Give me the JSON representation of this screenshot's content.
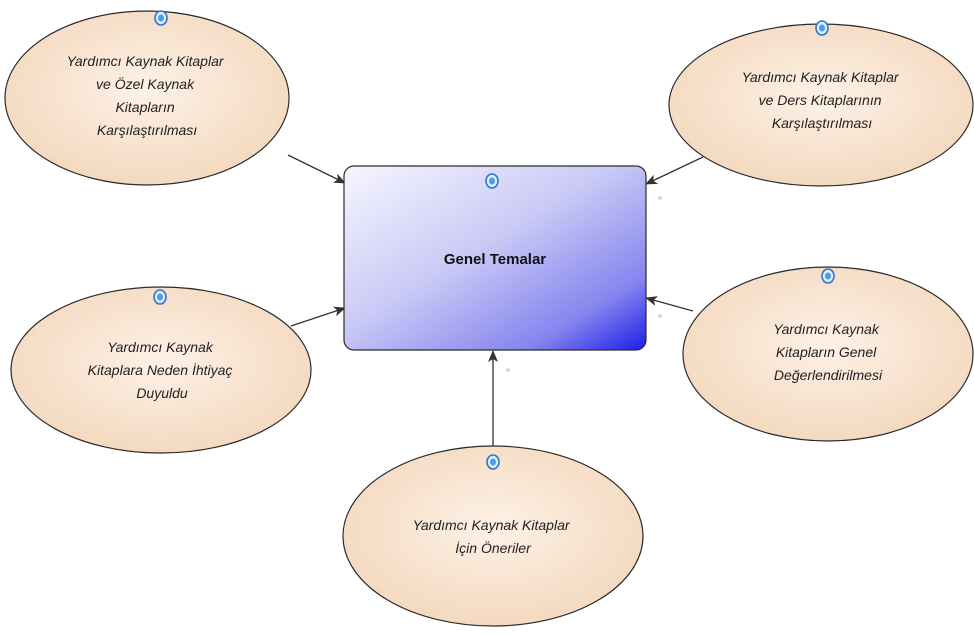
{
  "colors": {
    "ellipse_fill_light": "#fdf1e6",
    "ellipse_fill_dark": "#f3d7bc",
    "center_fill_light": "#f6f6ff",
    "center_fill_dark": "#1d1de6",
    "outline": "#2b2b2b",
    "connector": "#333333",
    "handle": "#4f9be8"
  },
  "center": {
    "label": "Genel Temalar"
  },
  "themes": [
    {
      "id": "ozel",
      "lines": [
        "Yardımcı Kaynak Kitaplar",
        "ve Özel Kaynak",
        "Kitapların",
        "Karşılaştırılması"
      ]
    },
    {
      "id": "ders",
      "lines": [
        "Yardımcı Kaynak Kitaplar",
        "ve Ders Kitaplarının",
        "Karşılaştırılması"
      ]
    },
    {
      "id": "ihtiyac",
      "lines": [
        "Yardımcı Kaynak",
        "Kitaplara Neden İhtiyaç",
        "Duyuldu"
      ]
    },
    {
      "id": "degerlendirme",
      "lines": [
        "Yardımcı Kaynak",
        "Kitapların Genel",
        "Değerlendirilmesi"
      ]
    },
    {
      "id": "oneriler",
      "lines": [
        "Yardımcı Kaynak Kitaplar",
        "İçin Öneriler"
      ]
    }
  ],
  "connection_handle_icon": "connection-point-icon",
  "arrow_icon": "arrowhead-icon"
}
